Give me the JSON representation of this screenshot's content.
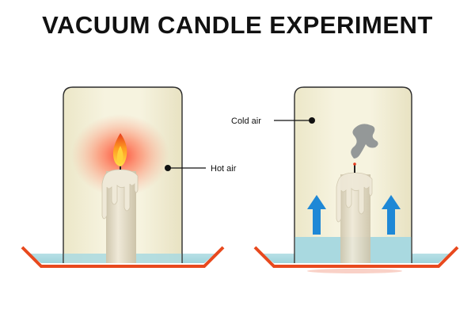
{
  "title": "VACUUM CANDLE EXPERIMENT",
  "labels": {
    "hot_air": "Hot air",
    "cold_air": "Cold air"
  },
  "colors": {
    "jar_fill": "#f3f0d8",
    "jar_stroke": "#2b2b2b",
    "dish": "#e8491e",
    "water": "#a9d9e0",
    "candle": "#e4ddc9",
    "wick": "#222222",
    "flame_outer": "#e53b1e",
    "flame_inner": "#ffd23a",
    "smoke": "#8e9293",
    "arrow": "#1e88d6",
    "glow": "#ff4d2e"
  },
  "icons": {
    "flame": "flame-icon",
    "smoke": "smoke-icon",
    "arrow": "arrow-up-icon"
  }
}
